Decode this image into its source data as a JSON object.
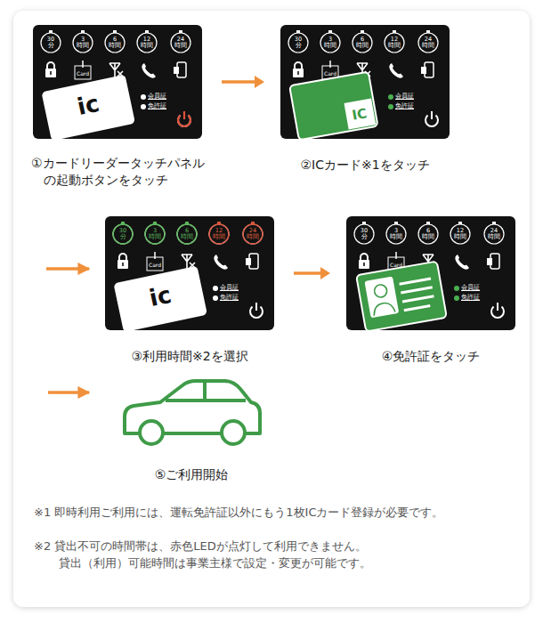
{
  "diagram": {
    "nodes": [
      {
        "text": [
          "30 分",
          "3 時間",
          "6 時間",
          "12 時間",
          "24 時間",
          "Card",
          "ic",
          "会員証",
          "免許証",
          "①カードリーダータッチパネルの起動ボタンをタッチ"
        ]
      },
      {
        "text": [
          "30 分",
          "3 時間",
          "6 時間",
          "12 時間",
          "24 時間",
          "Card",
          "IC",
          "会員証",
          "免許証",
          "②ICカード※1をタッチ"
        ]
      },
      {
        "text": [
          "30 分",
          "3 時間",
          "6 時間",
          "12 時間",
          "24 時間",
          "Card",
          "ic",
          "会員証",
          "免許証",
          "③利用時間※2を選択"
        ]
      },
      {
        "text": [
          "30 分",
          "3 時間",
          "6 時間",
          "12 時間",
          "24 時間",
          "Card",
          "会員証",
          "免許証",
          "④免許証をタッチ"
        ]
      },
      {
        "text": [
          "⑤ご利用開始"
        ]
      }
    ],
    "edges": [
      {
        "from": 0,
        "to": 1,
        "arrow": "to"
      },
      {
        "from": 2,
        "to": 3,
        "arrow": "to"
      }
    ],
    "labels": [
      "※1 即時利用ご利用には、運転免許証以外にもう1枚ICカード登録が必要です。",
      "※2 貸出不可の時間帯は、赤色LEDが点灯して利用できません。",
      "貸出（利用）可能時間は事業主様で設定・変更が可能です。"
    ]
  }
}
